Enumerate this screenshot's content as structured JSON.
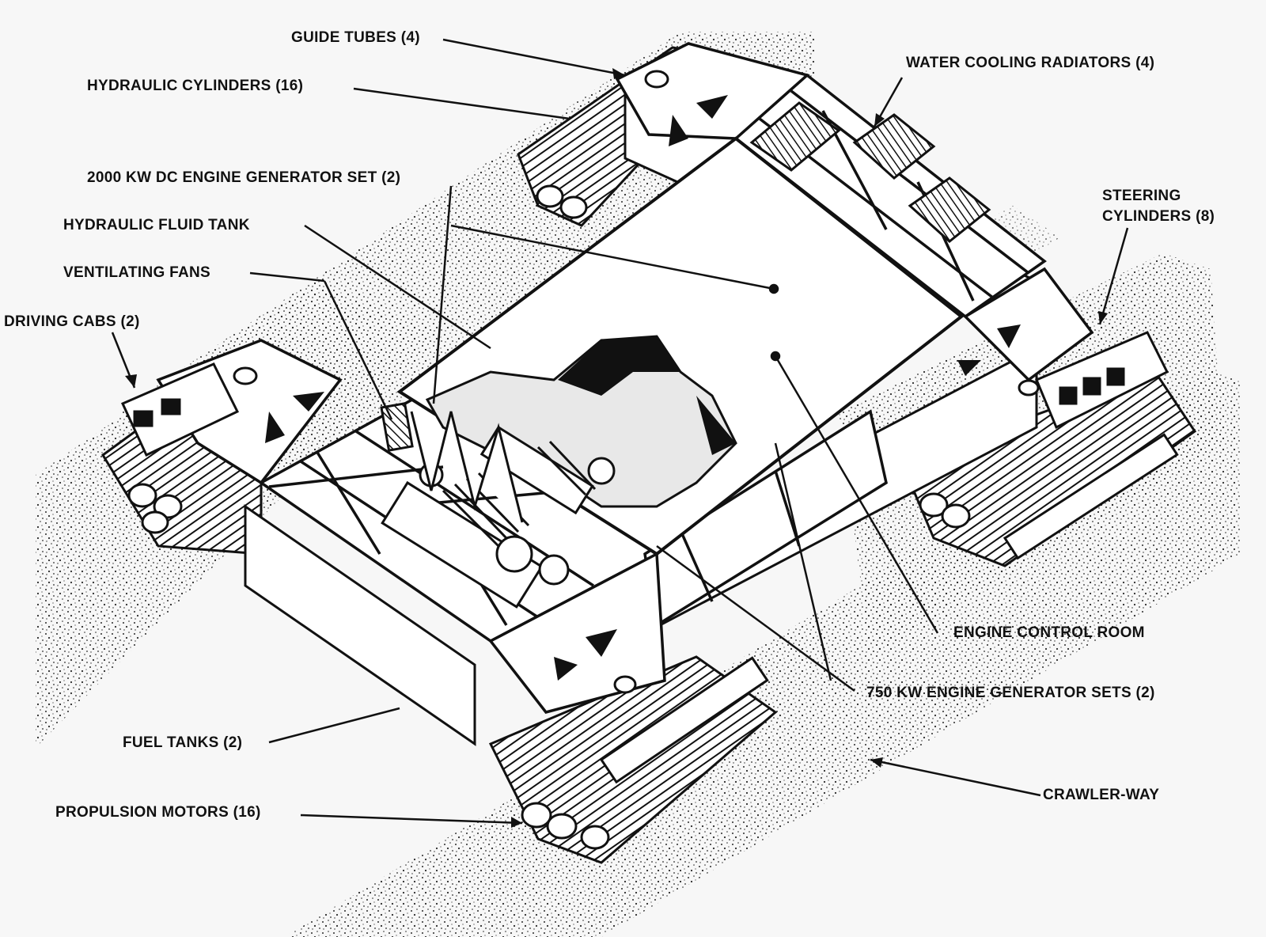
{
  "diagram": {
    "labels": {
      "guide_tubes": "GUIDE TUBES (4)",
      "hydraulic_cylinders": "HYDRAULIC CYLINDERS (16)",
      "dc_engine_generator": "2000 KW DC ENGINE GENERATOR SET (2)",
      "hydraulic_fluid_tank": "HYDRAULIC FLUID TANK",
      "ventilating_fans": "VENTILATING FANS",
      "driving_cabs": "DRIVING CABS (2)",
      "water_cooling_radiators": "WATER COOLING RADIATORS (4)",
      "steering_cylinders_line1": "STEERING",
      "steering_cylinders_line2": "CYLINDERS (8)",
      "engine_control_room": "ENGINE CONTROL ROOM",
      "ac_engine_generators": "750 KW ENGINE GENERATOR SETS (2)",
      "fuel_tanks": "FUEL TANKS (2)",
      "propulsion_motors": "PROPULSION MOTORS (16)",
      "crawler_way": "CRAWLER-WAY"
    },
    "colors": {
      "ink": "#111111",
      "paper": "#f7f7f7",
      "deck": "#ffffff",
      "gravel": "#2a2a2a"
    }
  }
}
